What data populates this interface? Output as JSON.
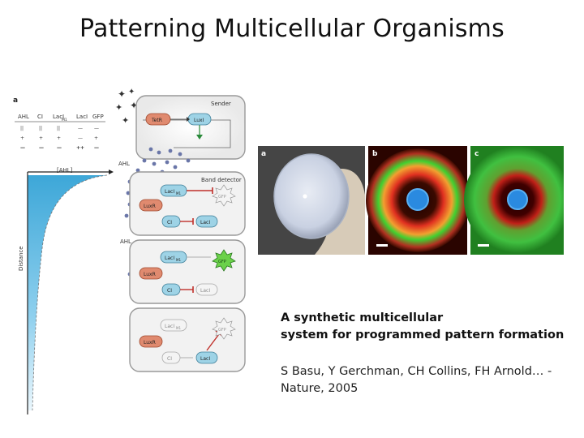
{
  "slide": {
    "title": "Patterning Multicellular Organisms",
    "caption_line1": "A synthetic multicellular",
    "caption_line2": "system for programmed pattern formation",
    "citation_line1": "S Basu, Y Gerchman, CH Collins, FH Arnold… -",
    "citation_line2": "Nature, 2005"
  },
  "figure_left": {
    "panel_label": "a",
    "table_headers": [
      "AHL",
      "CI",
      "LacI",
      "LacI",
      "GFP"
    ],
    "table_header_subscript": "M1",
    "table_rows": [
      [
        "||",
        "||",
        "||",
        "—",
        "—"
      ],
      [
        "+",
        "+",
        "+",
        "—",
        "+"
      ],
      [
        "—",
        "—",
        "—",
        "++",
        "—"
      ]
    ],
    "gradient_label": "[AHL]",
    "axis_label": "Distance",
    "ahl_label_1": "AHL",
    "ahl_label_2": "AHL",
    "box_sender": "Sender",
    "box_band": "Band detector",
    "gene_tetr": "TetR",
    "gene_luxi": "LuxI",
    "gene_lacim1": "LacI",
    "gene_lacim1_sub": "M1",
    "gene_luxr": "LuxR",
    "gene_ci": "CI",
    "gene_laci": "LacI",
    "gene_gfp": "GFP"
  },
  "figure_right": {
    "label_a": "a",
    "label_b": "b",
    "label_c": "c"
  }
}
